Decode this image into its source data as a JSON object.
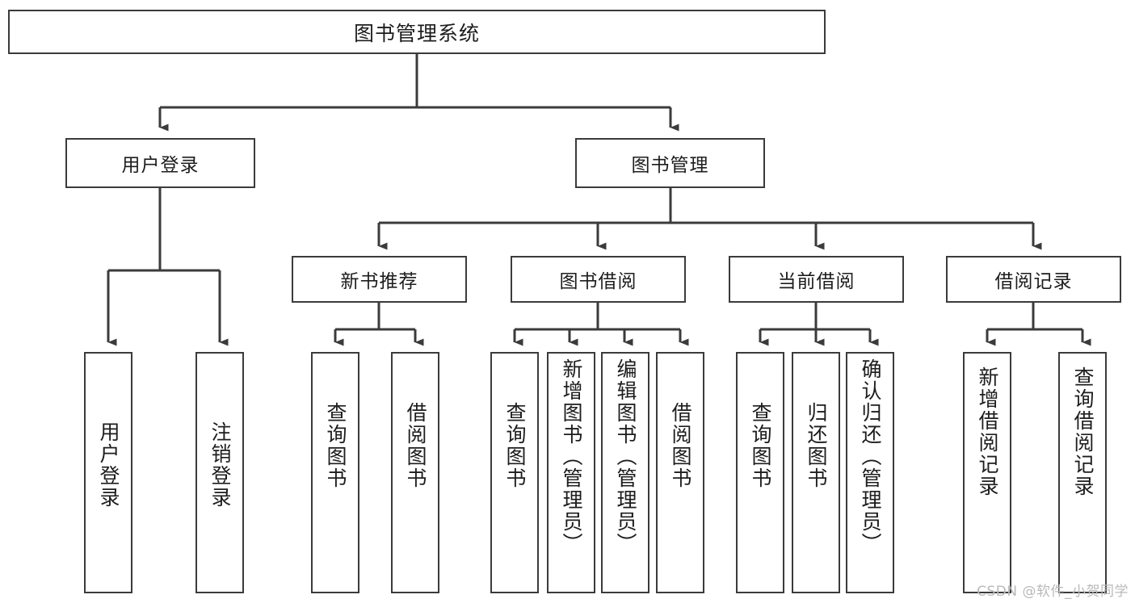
{
  "diagram": {
    "title": "图书管理系统",
    "type": "tree",
    "stroke_color": "#3b3b3b",
    "fill_color": "#ffffff",
    "text_color": "#1d1d1d",
    "root": {
      "label": "图书管理系统"
    },
    "level2": [
      {
        "label": "用户登录"
      },
      {
        "label": "图书管理"
      }
    ],
    "level3": [
      {
        "label": "新书推荐"
      },
      {
        "label": "图书借阅"
      },
      {
        "label": "当前借阅"
      },
      {
        "label": "借阅记录"
      }
    ],
    "leaves": {
      "user_login": [
        {
          "label": "用户登录"
        },
        {
          "label": "注销登录"
        }
      ],
      "new_book_recommend": [
        {
          "label": "查询图书"
        },
        {
          "label": "借阅图书"
        }
      ],
      "book_borrow": [
        {
          "label": "查询图书"
        },
        {
          "label": "新增图书（管理员）"
        },
        {
          "label": "编辑图书（管理员）"
        },
        {
          "label": "借阅图书"
        }
      ],
      "current_borrow": [
        {
          "label": "查询图书"
        },
        {
          "label": "归还图书"
        },
        {
          "label": "确认归还（管理员）"
        }
      ],
      "borrow_record": [
        {
          "label": "新增借阅记录"
        },
        {
          "label": "查询借阅记录"
        }
      ]
    }
  },
  "watermark": {
    "text": "CSDN @软件_小贺同学"
  }
}
